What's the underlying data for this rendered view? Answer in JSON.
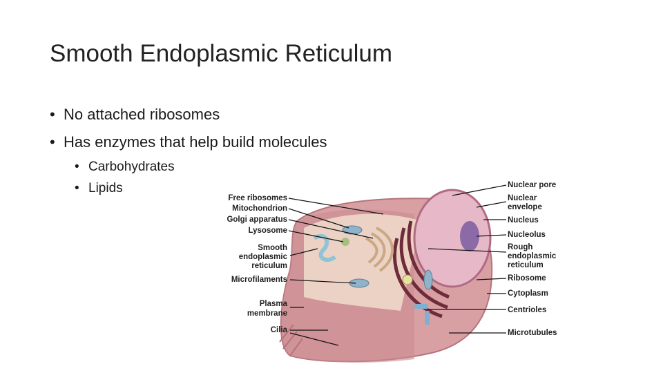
{
  "slide": {
    "title": "Smooth Endoplasmic Reticulum",
    "bullets": [
      "No attached ribosomes",
      "Has enzymes that help build molecules"
    ],
    "sub_bullets": [
      "Carbohydrates",
      "Lipids"
    ]
  },
  "diagram": {
    "labels_left": {
      "free_ribosomes": "Free ribosomes",
      "mitochondrion": "Mitochondrion",
      "golgi": "Golgi apparatus",
      "lysosome": "Lysosome",
      "smooth_er_1": "Smooth",
      "smooth_er_2": "endoplasmic",
      "smooth_er_3": "reticulum",
      "microfilaments": "Microfilaments",
      "plasma_1": "Plasma",
      "plasma_2": "membrane",
      "cilia": "Cilia"
    },
    "labels_right": {
      "nuclear_pore": "Nuclear pore",
      "nuclear_env_1": "Nuclear",
      "nuclear_env_2": "envelope",
      "nucleus": "Nucleus",
      "nucleolus": "Nucleolus",
      "rough_er_1": "Rough",
      "rough_er_2": "endoplasmic",
      "rough_er_3": "reticulum",
      "ribosome": "Ribosome",
      "cytoplasm": "Cytoplasm",
      "centrioles": "Centrioles",
      "microtubules": "Microtubules"
    },
    "colors": {
      "cell_body": "#d9a0a4",
      "cell_dark": "#b5737a",
      "nucleus": "#e7b9c8",
      "nucleolus": "#8c6aa8",
      "rough_er": "#6e2c3a",
      "mitochondria": "#8fb3c9",
      "golgi": "#c9a882"
    }
  }
}
